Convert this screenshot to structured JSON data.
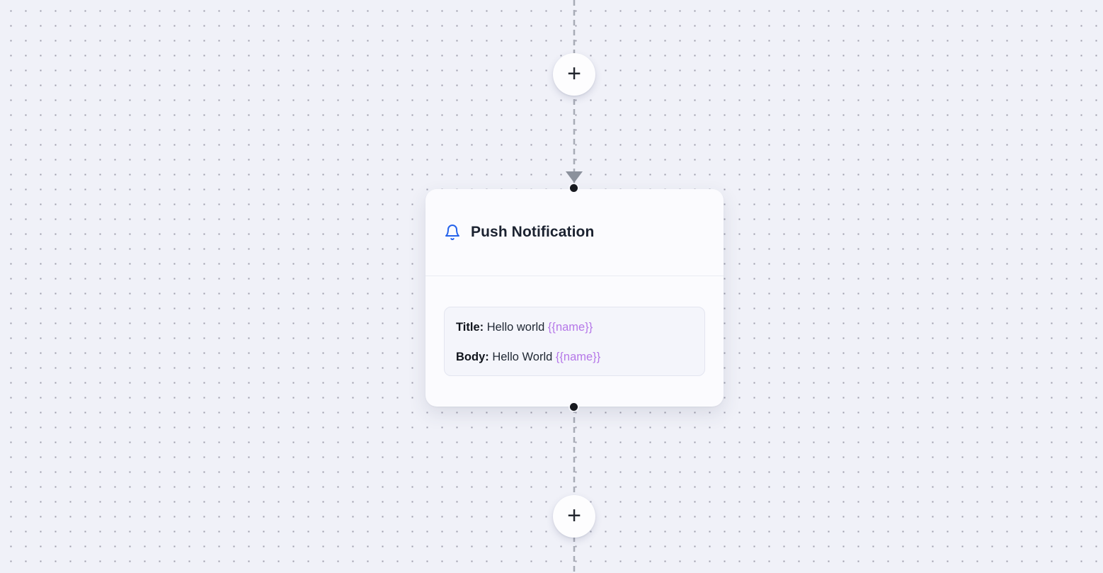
{
  "canvas": {
    "background": "#f0f1f8",
    "dot_color": "#9b9baa",
    "connector_color": "#a7abb5",
    "arrow_color": "#8b919c"
  },
  "controls": {
    "add_label": "+"
  },
  "node": {
    "title": "Push Notification",
    "icon": "bell-icon",
    "icon_color": "#2563eb",
    "token_color": "#b577e8",
    "fields": [
      {
        "label": "Title:",
        "text": " Hello world ",
        "token": "{{name}}"
      },
      {
        "label": "Body:",
        "text": " Hello World ",
        "token": "{{name}}"
      }
    ]
  }
}
